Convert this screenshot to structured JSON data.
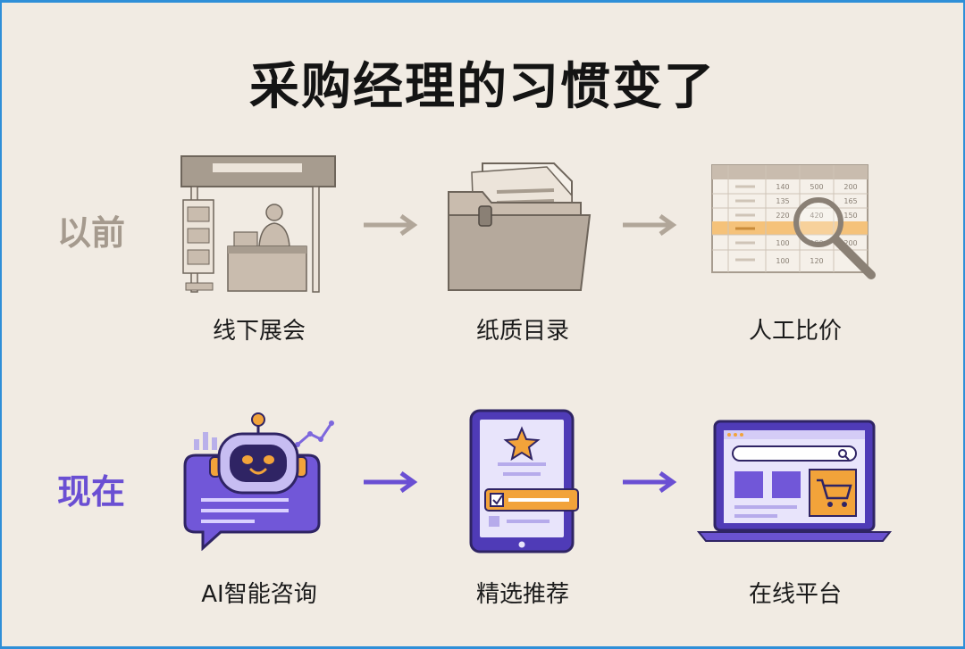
{
  "title": "采购经理的习惯变了",
  "rows": {
    "before": {
      "label": "以前",
      "steps": [
        {
          "caption": "线下展会",
          "icon": "exhibition-booth-icon"
        },
        {
          "caption": "纸质目录",
          "icon": "paper-folder-icon"
        },
        {
          "caption": "人工比价",
          "icon": "spreadsheet-magnifier-icon"
        }
      ]
    },
    "now": {
      "label": "现在",
      "steps": [
        {
          "caption": "AI智能咨询",
          "icon": "robot-chat-icon"
        },
        {
          "caption": "精选推荐",
          "icon": "tablet-recommendation-icon"
        },
        {
          "caption": "在线平台",
          "icon": "laptop-shopping-icon"
        }
      ]
    }
  },
  "table_numbers": {
    "row1": [
      "140",
      "500",
      "200"
    ],
    "row2": [
      "135",
      "",
      "165"
    ],
    "row3": [
      "220",
      "420",
      "150"
    ],
    "row5": [
      "100",
      "180",
      "200"
    ],
    "row6": [
      "100",
      "120",
      ""
    ]
  },
  "colors": {
    "background": "#f1ebe3",
    "before_accent": "#a59a8e",
    "now_accent": "#6a4fd3",
    "highlight": "#f2a33a"
  }
}
